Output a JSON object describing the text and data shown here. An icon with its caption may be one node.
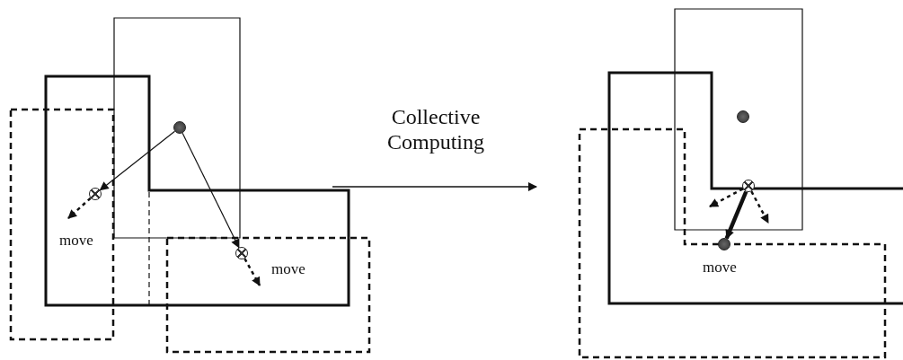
{
  "diagram": {
    "nodes": [
      {
        "text": [],
        "shape": "circle"
      },
      {
        "text": [],
        "shape": "circle"
      },
      {
        "text": [],
        "shape": "circle"
      },
      {
        "text": [],
        "shape": "circle"
      },
      {
        "text": [],
        "shape": "circle"
      },
      {
        "text": [],
        "shape": "circle"
      }
    ],
    "edges": [
      {
        "from": 0,
        "to": 1,
        "arrow": "to"
      },
      {
        "from": 0,
        "to": 2,
        "arrow": "to"
      },
      {
        "from": 1,
        "to": null,
        "arrow": "to",
        "style": "dashed"
      },
      {
        "from": 2,
        "to": null,
        "arrow": "to",
        "style": "dashed"
      },
      {
        "from": 4,
        "to": 5,
        "arrow": "to",
        "style": "thick"
      },
      {
        "from": 4,
        "to": null,
        "arrow": "to",
        "style": "dashed"
      },
      {
        "from": 4,
        "to": null,
        "arrow": "to",
        "style": "dashed"
      }
    ],
    "labels": [
      "Collective Computing",
      "move",
      "move",
      "move"
    ]
  }
}
